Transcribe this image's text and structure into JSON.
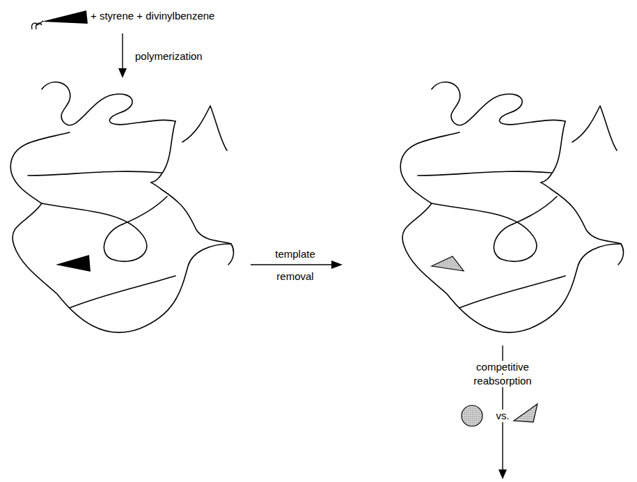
{
  "diagram": {
    "labels": [
      "+ styrene + divinylbenzene",
      "polymerization",
      "template",
      "removal",
      "competitive",
      "reabsorption",
      "vs."
    ]
  }
}
